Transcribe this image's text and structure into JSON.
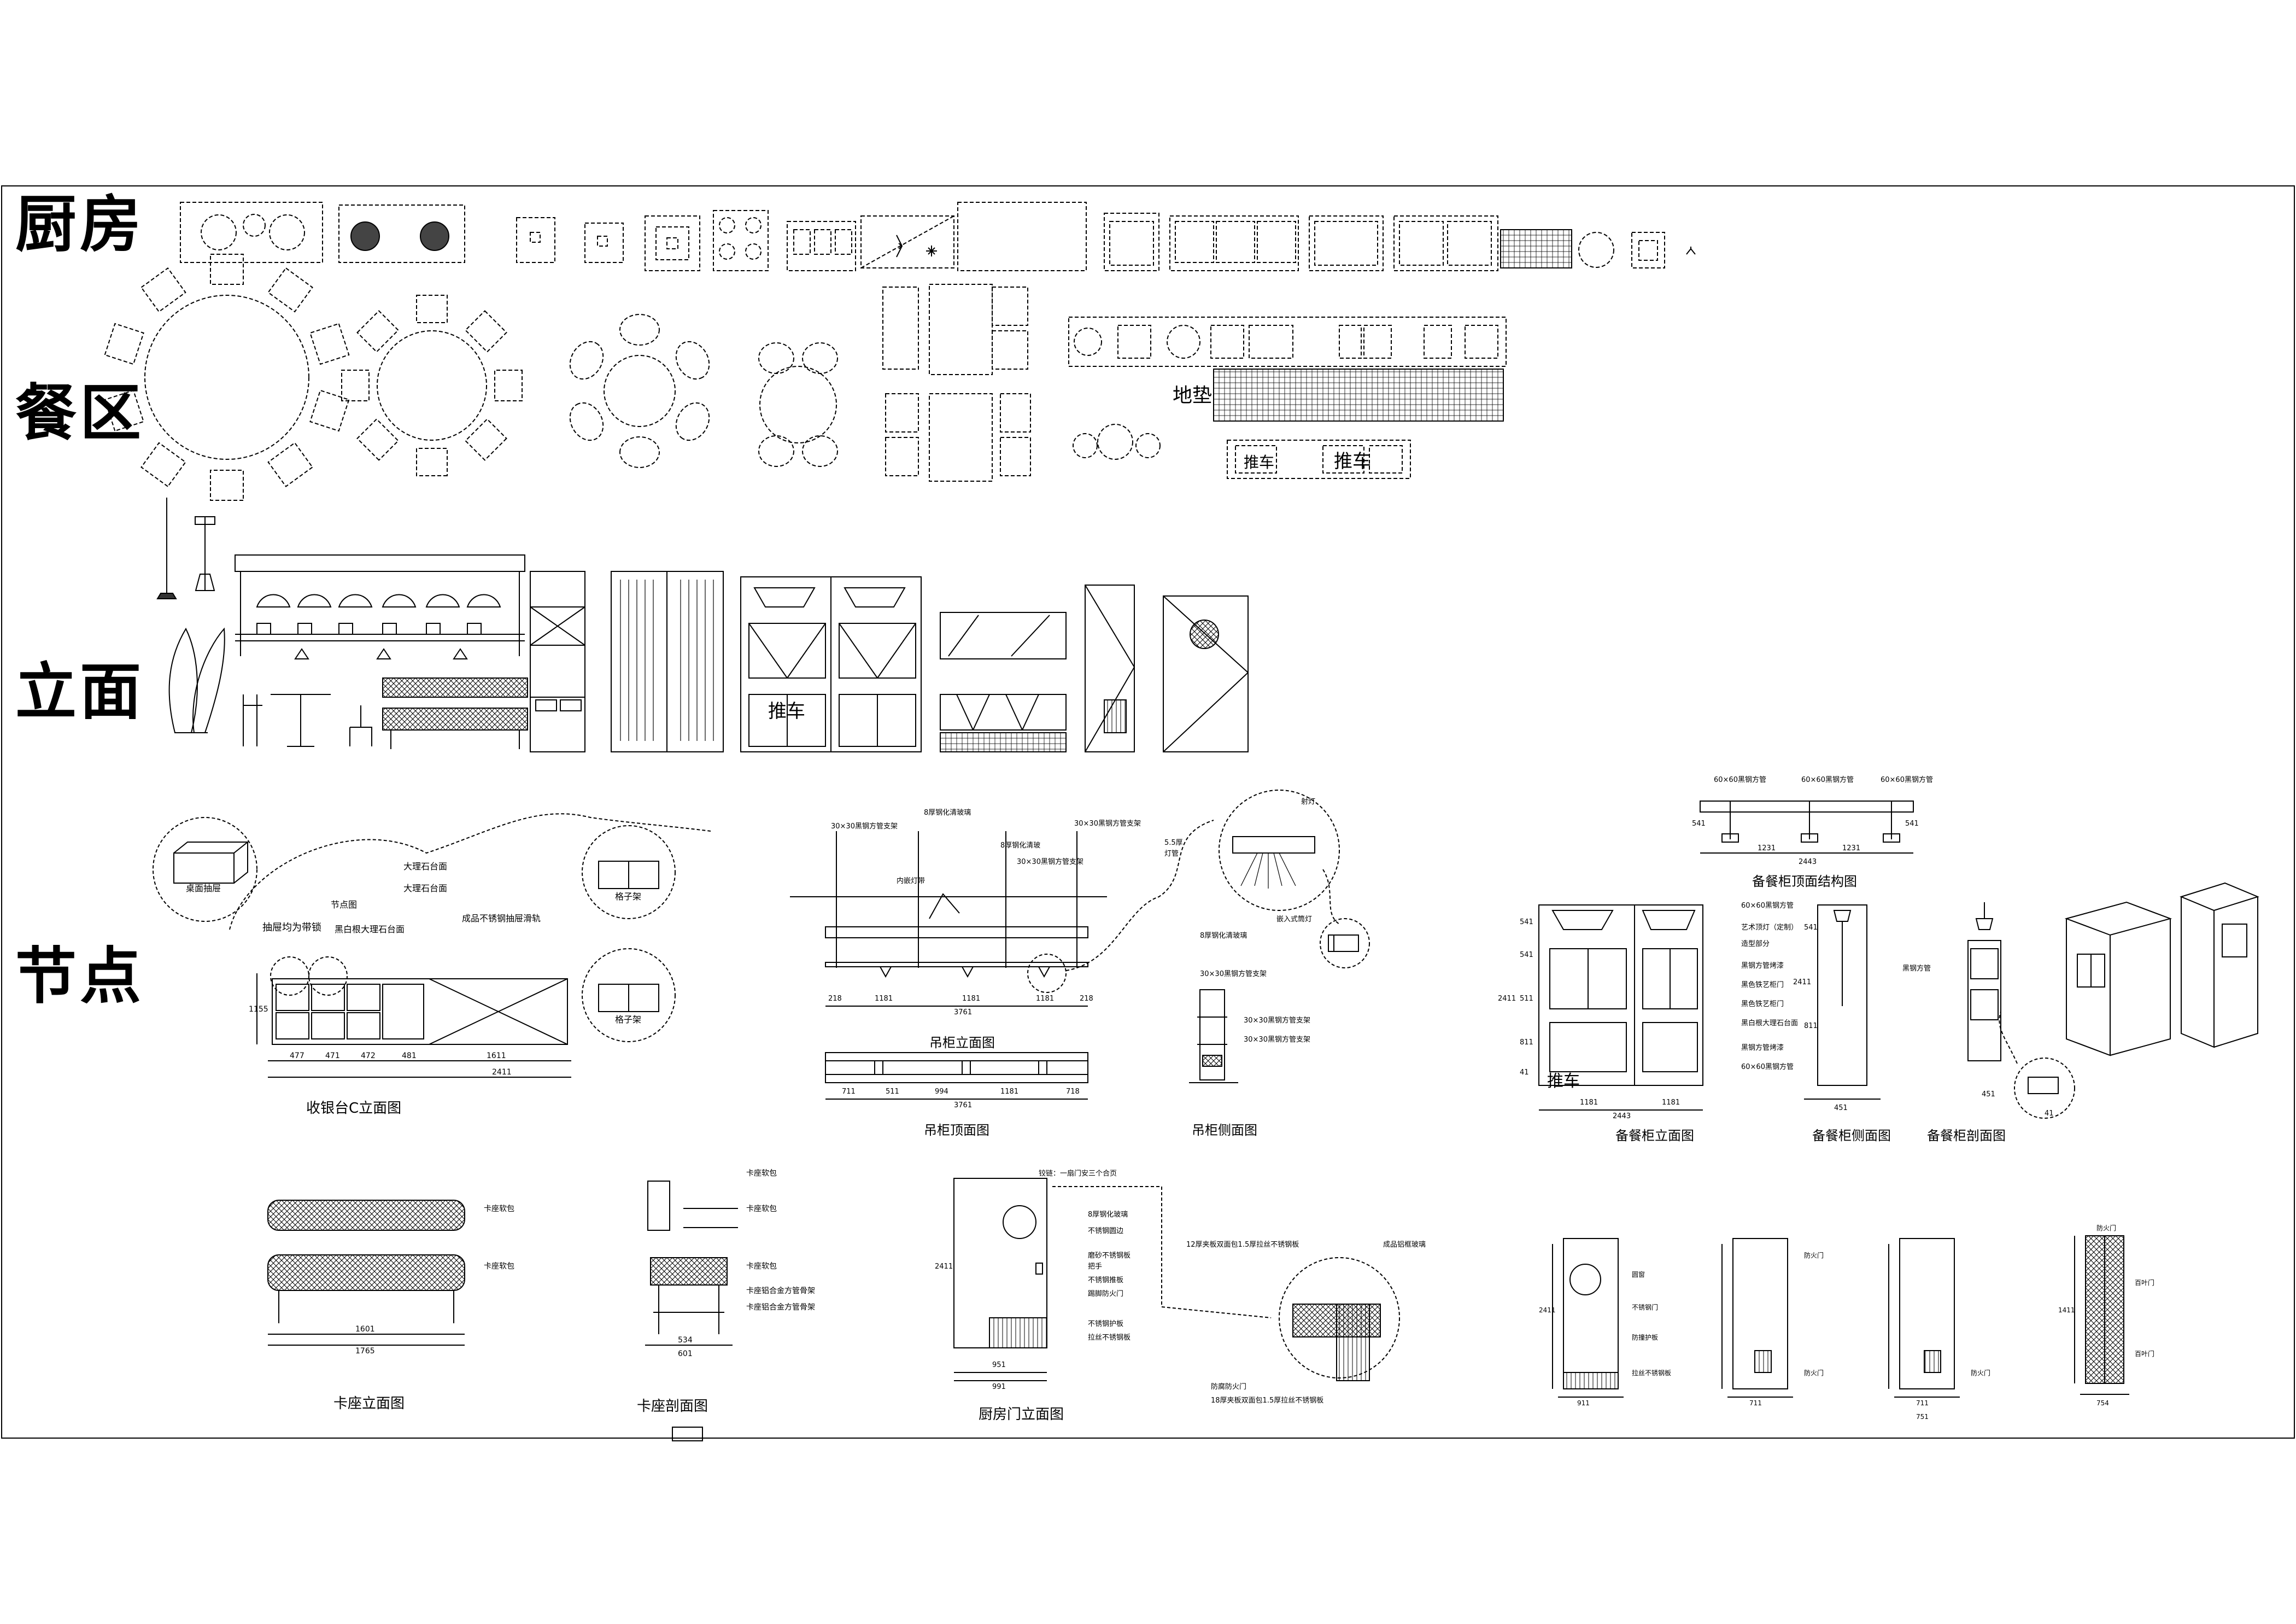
{
  "sections": {
    "kitchen": "厨房",
    "dining": "餐区",
    "elevation": "立面",
    "node": "节点"
  },
  "dining_labels": {
    "floor_mat": "地垫",
    "cart_1": "推车",
    "cart_2": "推车"
  },
  "elevation_labels": {
    "cabinet_push_1": "推车",
    "cabinet_push_2": "推车"
  },
  "node_labels": {
    "detail_a_note": "桌面抽屉",
    "detail_b_note": "格子架",
    "detail_c_note": "格子架",
    "bar_callout_1": "抽屉均为带锁",
    "bar_callout_2": "节点图",
    "bar_callout_3": "大理石台面",
    "bar_callout_4": "大理石台面",
    "bar_callout_5": "黑白根大理石台面",
    "bar_callout_6": "成品不锈钢抽屉滑轨",
    "bar_dims": [
      "477",
      "471",
      "472",
      "481",
      "1611",
      "2411",
      "1155"
    ],
    "bar_caption": "收银台C立面图",
    "hang_notes": [
      "30×30黑钢方管支架",
      "8厚钢化清玻璃",
      "30×30黑钢方管支架",
      "内嵌灯带",
      "8厚钢化清玻",
      "30×30黑钢方管支架"
    ],
    "hang_dims": [
      "218",
      "1181",
      "1181",
      "1181",
      "218",
      "3761"
    ],
    "hang_caption": "吊柜立面图",
    "hang_top_caption": "吊柜顶面图",
    "hang_top_dims": [
      "711",
      "511",
      "994",
      "1181",
      "718",
      "3761"
    ],
    "hang_side_notes": [
      "8厚钢化清玻璃",
      "30×30黑钢方管支架",
      "30×30黑钢方管支架",
      "30×30黑钢方管支架"
    ],
    "hang_side_caption": "吊柜侧面图",
    "lamp_notes": [
      "射灯",
      "5.5厚",
      "灯管",
      "嵌入式筒灯"
    ],
    "sideboard_top_notes": [
      "60×60黑钢方管",
      "60×60黑钢方管",
      "60×60黑钢方管"
    ],
    "sideboard_top_dims": [
      "1231",
      "1231",
      "2443",
      "541",
      "541"
    ],
    "sideboard_top_caption": "备餐柜顶面结构图",
    "sideboard_notes": [
      "60×60黑钢方管",
      "艺术顶灯（定制）",
      "造型部分",
      "黑钢方管烤漆",
      "黑色铁艺柜门",
      "黑色铁艺柜门",
      "黑白根大理石台面",
      "黑钢方管烤漆",
      "60×60黑钢方管"
    ],
    "sideboard_dims": [
      "541",
      "541",
      "511",
      "811",
      "41",
      "2411",
      "1181",
      "1181",
      "2443"
    ],
    "sideboard_caption": "备餐柜立面图",
    "sideboard_side_note": "黑钢方管",
    "sideboard_side_dims": [
      "451",
      "541",
      "811",
      "2411"
    ],
    "sideboard_side_caption": "备餐柜侧面图",
    "sideboard_sect_dims": [
      "451",
      "41"
    ],
    "sideboard_sect_caption": "备餐柜剖面图",
    "booth_notes": [
      "卡座软包",
      "卡座软包"
    ],
    "booth_dims": [
      "1601",
      "1765"
    ],
    "booth_caption": "卡座立面图",
    "booth_sect_notes": [
      "卡座软包",
      "卡座软包",
      "卡座软包",
      "卡座铝合金方管骨架",
      "卡座铝合金方管骨架"
    ],
    "booth_sect_dims": [
      "534",
      "601"
    ],
    "booth_sect_caption": "卡座剖面图",
    "door_notes": [
      "铰链：一扇门安三个合页",
      "8厚钢化玻璃",
      "不锈钢圆边",
      "磨砂不锈钢板",
      "把手",
      "不锈钢推板",
      "踢脚防火门",
      "不锈钢护板",
      "拉丝不锈钢板"
    ],
    "door_dims": [
      "951",
      "991",
      "2411"
    ],
    "door_caption": "厨房门立面图",
    "door_detail_notes": [
      "12厚夹板双面包1.5厚拉丝不锈钢板",
      "成品铝框玻璃",
      "防腐防火门",
      "18厚夹板双面包1.5厚拉丝不锈钢板"
    ],
    "right_door_notes": [
      "圆窗",
      "不锈钢门",
      "防撞护板",
      "拉丝不锈钢板"
    ],
    "right_door_dims": [
      "911",
      "2411"
    ],
    "panel_notes": [
      "防火门",
      "防火门",
      "防火门"
    ],
    "panel_dims": [
      "711",
      "711",
      "751"
    ],
    "louver_notes": [
      "防火门",
      "百叶门",
      "百叶门"
    ],
    "louver_dims": [
      "1411",
      "754"
    ]
  }
}
